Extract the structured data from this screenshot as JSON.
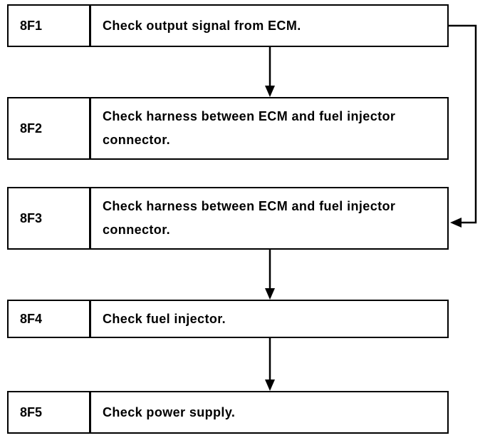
{
  "steps": [
    {
      "code": "8F1",
      "text": "Check output signal from ECM."
    },
    {
      "code": "8F2",
      "text": "Check harness between ECM and fuel injector connector."
    },
    {
      "code": "8F3",
      "text": "Check harness between ECM and fuel injector connector."
    },
    {
      "code": "8F4",
      "text": "Check fuel injector."
    },
    {
      "code": "8F5",
      "text": "Check power supply."
    }
  ]
}
